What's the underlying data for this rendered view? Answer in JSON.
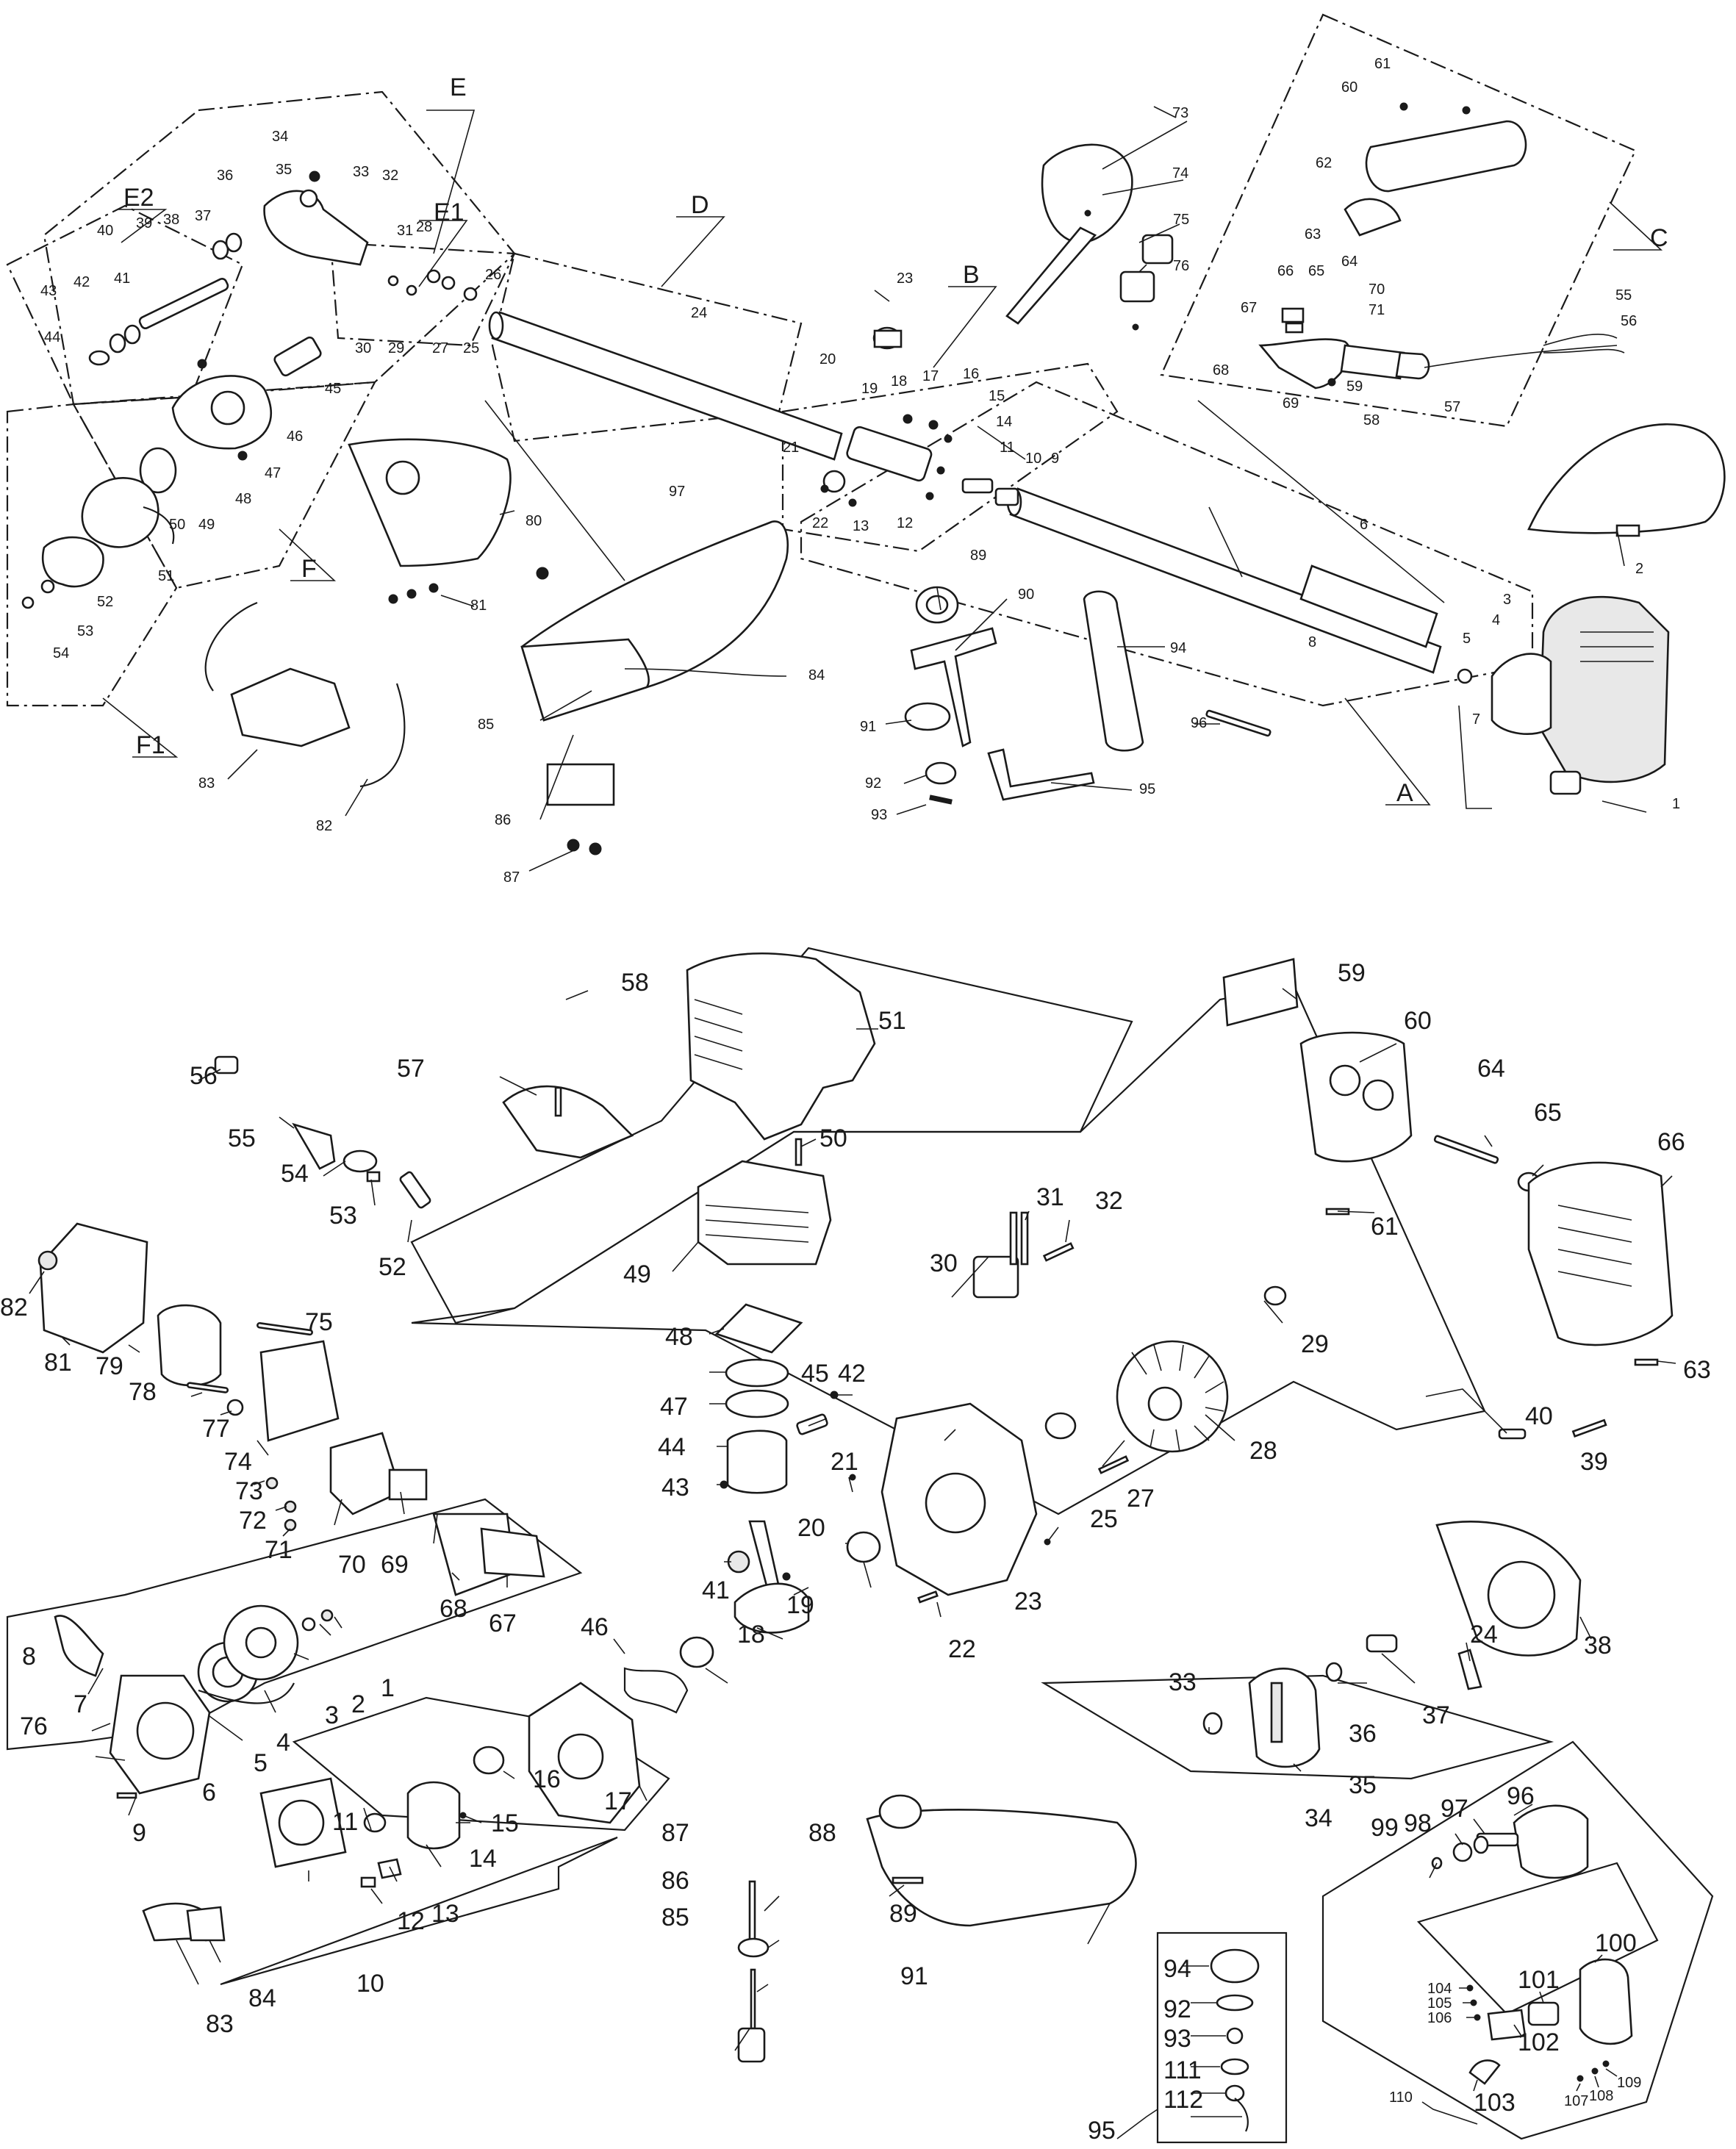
{
  "top_assembly": {
    "group_labels": [
      "A",
      "B",
      "C",
      "D",
      "E",
      "E1",
      "E2",
      "F",
      "F1"
    ],
    "callouts": [
      "1",
      "2",
      "3",
      "4",
      "5",
      "6",
      "7",
      "8",
      "9",
      "10",
      "11",
      "12",
      "13",
      "14",
      "15",
      "16",
      "17",
      "18",
      "19",
      "20",
      "21",
      "22",
      "23",
      "24",
      "25",
      "26",
      "27",
      "28",
      "29",
      "30",
      "31",
      "32",
      "33",
      "34",
      "35",
      "36",
      "37",
      "38",
      "39",
      "40",
      "41",
      "42",
      "43",
      "44",
      "45",
      "46",
      "47",
      "48",
      "49",
      "50",
      "51",
      "52",
      "53",
      "54",
      "55",
      "56",
      "57",
      "58",
      "59",
      "60",
      "61",
      "62",
      "63",
      "64",
      "65",
      "66",
      "67",
      "68",
      "69",
      "70",
      "71",
      "73",
      "74",
      "75",
      "76",
      "80",
      "81",
      "82",
      "83",
      "84",
      "85",
      "86",
      "87",
      "89",
      "90",
      "91",
      "92",
      "93",
      "94",
      "95",
      "96",
      "97"
    ]
  },
  "engine_assembly": {
    "callouts": [
      "1",
      "2",
      "3",
      "4",
      "5",
      "6",
      "7",
      "8",
      "9",
      "10",
      "11",
      "12",
      "13",
      "14",
      "15",
      "16",
      "17",
      "18",
      "19",
      "20",
      "21",
      "22",
      "23",
      "24",
      "25",
      "27",
      "28",
      "29",
      "30",
      "31",
      "32",
      "33",
      "34",
      "35",
      "36",
      "37",
      "38",
      "39",
      "40",
      "41",
      "42",
      "43",
      "44",
      "45",
      "46",
      "47",
      "48",
      "49",
      "50",
      "51",
      "52",
      "53",
      "54",
      "55",
      "56",
      "57",
      "58",
      "59",
      "60",
      "61",
      "63",
      "64",
      "65",
      "66",
      "67",
      "68",
      "69",
      "70",
      "71",
      "72",
      "73",
      "74",
      "75",
      "76",
      "77",
      "78",
      "79",
      "81",
      "82",
      "83",
      "84",
      "85",
      "86",
      "87",
      "88",
      "89",
      "91",
      "92",
      "93",
      "94",
      "95",
      "96",
      "97",
      "98",
      "99",
      "100",
      "101",
      "102",
      "103",
      "104",
      "105",
      "106",
      "107",
      "108",
      "109",
      "110",
      "111",
      "112"
    ]
  }
}
